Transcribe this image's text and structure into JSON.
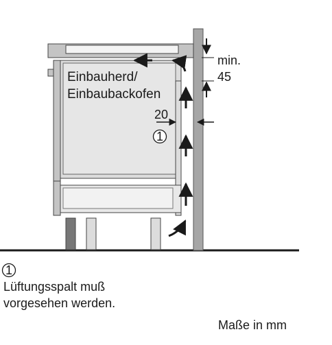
{
  "appliance": {
    "line1": "Einbauherd/",
    "line2": "Einbaubackofen"
  },
  "dimensions": {
    "min_label": "min.",
    "min_value": "45",
    "gap_value": "20"
  },
  "marker": "1",
  "legend": {
    "marker": "1",
    "line1": "Lüftungsspalt muß",
    "line2": "vorgesehen werden."
  },
  "units": "Maße in mm"
}
